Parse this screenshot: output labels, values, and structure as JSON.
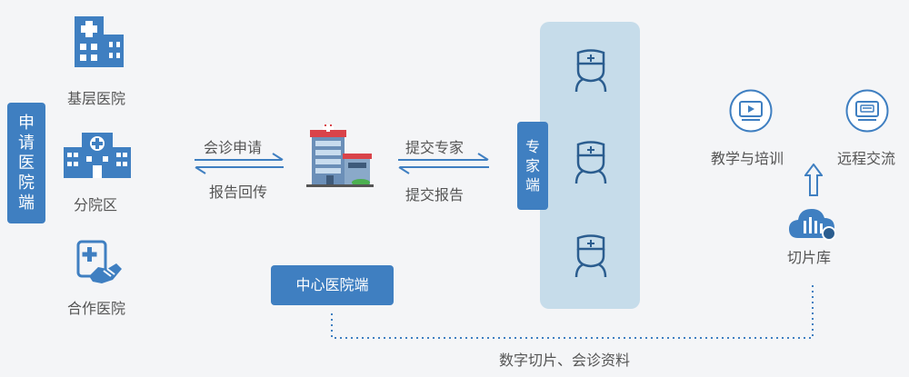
{
  "colors": {
    "accent": "#3f7fc1",
    "panel": "#c6dcea",
    "text": "#555555",
    "background": "#f4f5f7"
  },
  "left_bar": {
    "label_chars": [
      "申",
      "请",
      "医",
      "院",
      "端"
    ]
  },
  "hospitals": [
    {
      "label": "基层医院",
      "icon": "hospital-building-icon"
    },
    {
      "label": "分院区",
      "icon": "clinic-building-icon"
    },
    {
      "label": "合作医院",
      "icon": "partnership-handshake-icon"
    }
  ],
  "arrows_left": {
    "top": "会诊申请",
    "bottom": "报告回传"
  },
  "center": {
    "icon": "central-hospital-icon",
    "button": "中心医院端"
  },
  "arrows_right": {
    "top": "提交专家",
    "bottom": "提交报告"
  },
  "expert_bar": {
    "label_chars": [
      "专",
      "家",
      "端"
    ],
    "icon": "doctor-icon"
  },
  "services": [
    {
      "label": "教学与培训",
      "icon": "video-monitor-icon"
    },
    {
      "label": "远程交流",
      "icon": "chat-monitor-icon"
    }
  ],
  "slice_library": {
    "label": "切片库",
    "icon": "cloud-database-icon"
  },
  "bottom_caption": "数字切片、会诊资料"
}
